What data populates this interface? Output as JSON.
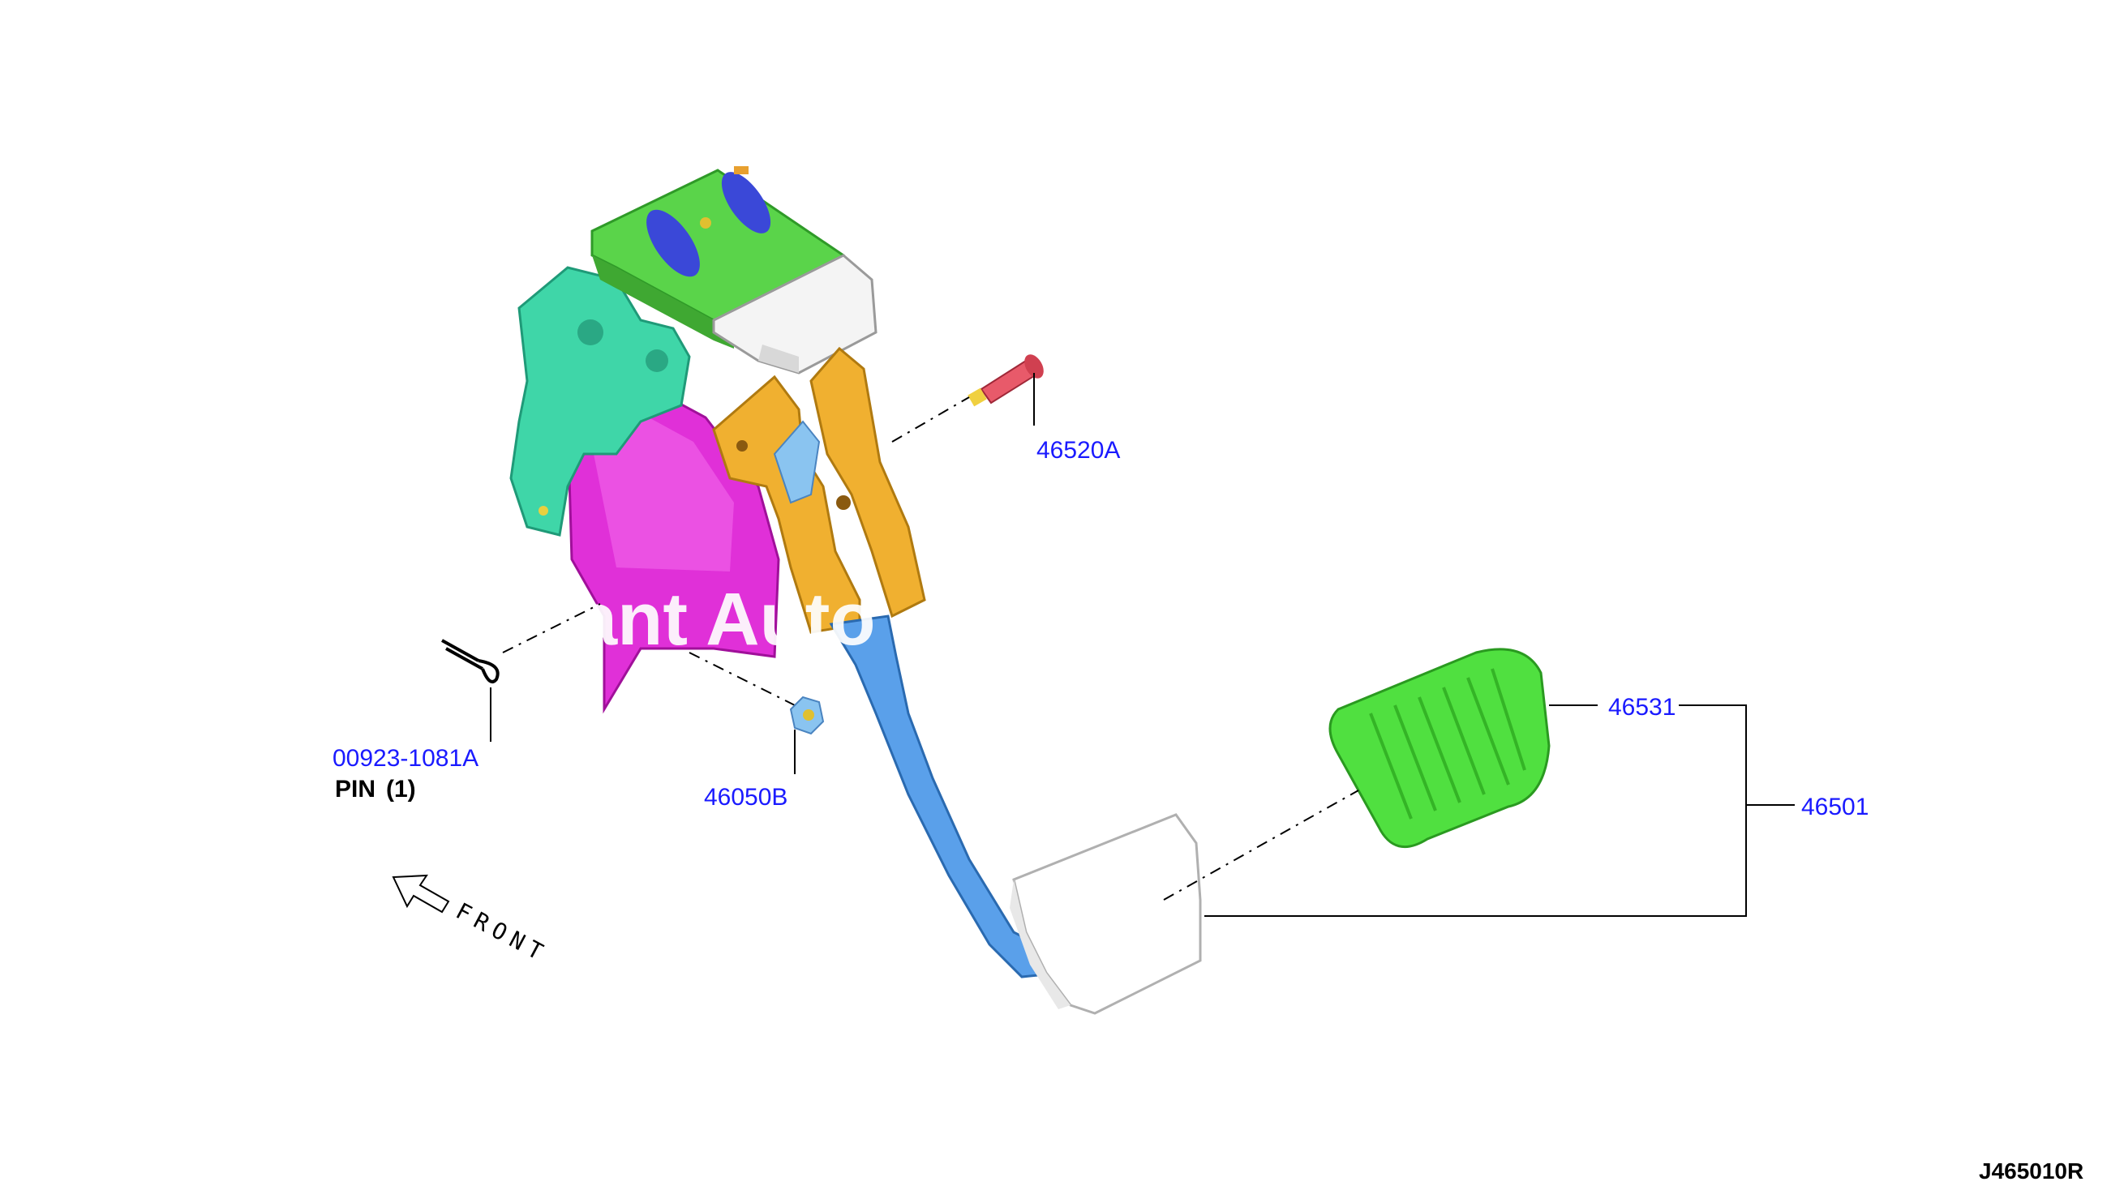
{
  "callouts": {
    "pin_part_number": "00923-1081A",
    "pin_name": "PIN",
    "pin_qty": "(1)",
    "stopper_nut": "46050B",
    "pedal_bolt": "46520A",
    "pad": "46531",
    "pedal_assembly": "46501"
  },
  "front_label": "FRONT",
  "watermark": "ant Auto",
  "diagram_code": "J465010R",
  "colors": {
    "callout_text": "#1a1aff",
    "bracket_green": "#5ad44a",
    "side_plate_teal": "#3fd6a8",
    "bracket_magenta": "#e030d8",
    "lever_orange": "#f0b030",
    "arm_blue": "#5aa0ea",
    "pad_green": "#50e040",
    "bolt_red": "#e85a6a"
  }
}
